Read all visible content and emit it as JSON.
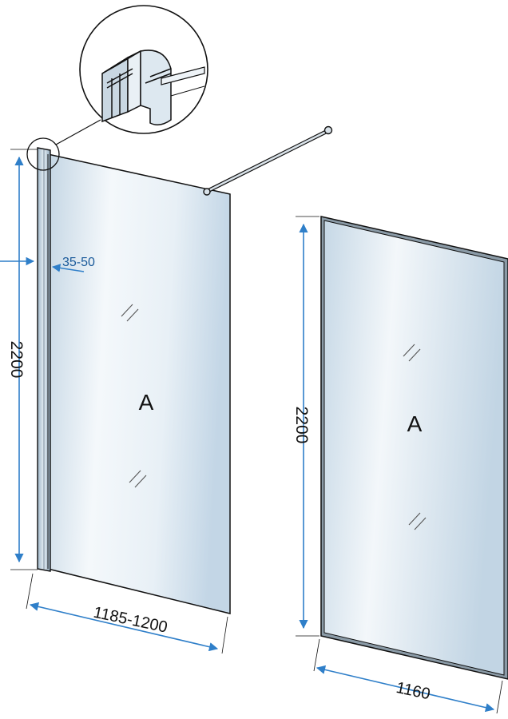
{
  "colors": {
    "dimension_arrow": "#2f7fc9",
    "outline": "#111111",
    "glass_light": "#ffffff",
    "glass_blue": "#c9dbe8",
    "profile_blue_text": "#1a5a9a"
  },
  "icons": [
    "glass-hatch-icon",
    "dimension-arrow-icon",
    "profile-detail-icon",
    "wall-bar-icon"
  ],
  "left_panel": {
    "label": "A",
    "height_dim": "2200",
    "width_dim": "1185-1200",
    "profile_adjust": "35-50"
  },
  "right_panel": {
    "label": "A",
    "height_dim": "2200",
    "width_dim": "1160"
  }
}
